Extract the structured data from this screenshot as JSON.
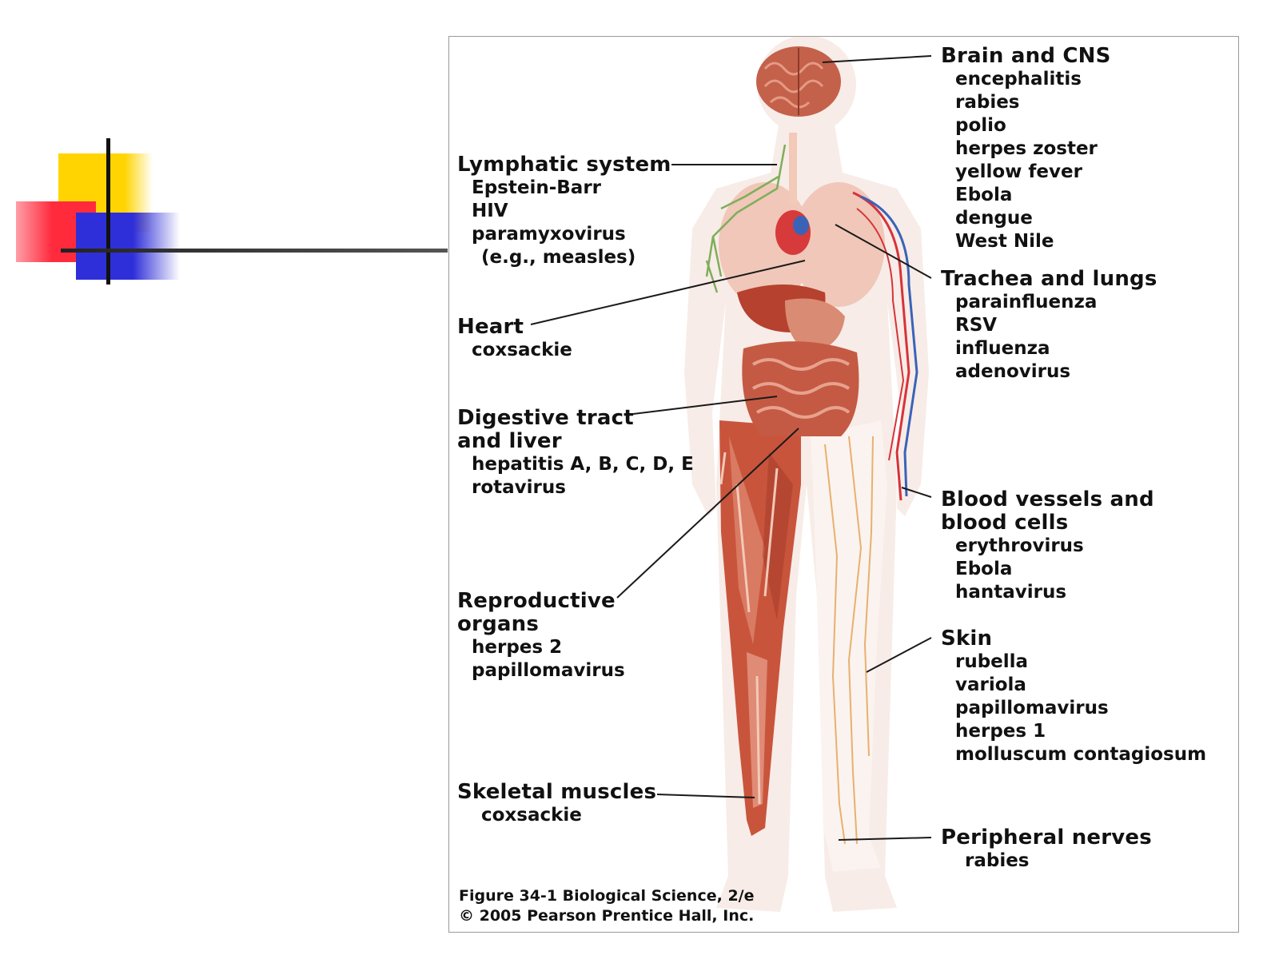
{
  "figure": {
    "groups": [
      {
        "id": "brain",
        "title": [
          "Brain and CNS"
        ],
        "items": [
          "encephalitis",
          "rabies",
          "polio",
          "herpes zoster",
          "yellow fever",
          "Ebola",
          "dengue",
          "West Nile"
        ]
      },
      {
        "id": "lymph",
        "title": [
          "Lymphatic system"
        ],
        "items": [
          "Epstein-Barr",
          "HIV",
          "paramyxovirus",
          "(e.g., measles)"
        ]
      },
      {
        "id": "trachea",
        "title": [
          "Trachea and lungs"
        ],
        "items": [
          "parainfluenza",
          "RSV",
          "influenza",
          "adenovirus"
        ]
      },
      {
        "id": "heart",
        "title": [
          "Heart"
        ],
        "items": [
          "coxsackie"
        ]
      },
      {
        "id": "digestive",
        "title": [
          "Digestive tract",
          "and liver"
        ],
        "items": [
          "hepatitis A, B, C, D, E",
          "rotavirus"
        ]
      },
      {
        "id": "blood",
        "title": [
          "Blood vessels and",
          "blood cells"
        ],
        "items": [
          "erythrovirus",
          "Ebola",
          "hantavirus"
        ]
      },
      {
        "id": "repro",
        "title": [
          "Reproductive",
          "organs"
        ],
        "items": [
          "herpes 2",
          "papillomavirus"
        ]
      },
      {
        "id": "skin",
        "title": [
          "Skin"
        ],
        "items": [
          "rubella",
          "variola",
          "papillomavirus",
          "herpes 1",
          "molluscum contagiosum"
        ]
      },
      {
        "id": "muscle",
        "title": [
          "Skeletal muscles"
        ],
        "items": [
          "coxsackie"
        ]
      },
      {
        "id": "nerves",
        "title": [
          "Peripheral nerves"
        ],
        "items": [
          "rabies"
        ]
      }
    ],
    "credit": [
      "Figure 34-1  Biological Science, 2/e",
      "© 2005 Pearson Prentice Hall, Inc."
    ]
  },
  "colors": {
    "muscle": "#c9543c",
    "body": "#f3e3dc",
    "nerve": "#e8b070",
    "artery": "#d8323a",
    "vein": "#3a63b8",
    "lymph": "#7fae5a",
    "deco_yellow": "#ffd400",
    "deco_red": "#ff2b3d",
    "deco_blue": "#2f2fd9"
  }
}
